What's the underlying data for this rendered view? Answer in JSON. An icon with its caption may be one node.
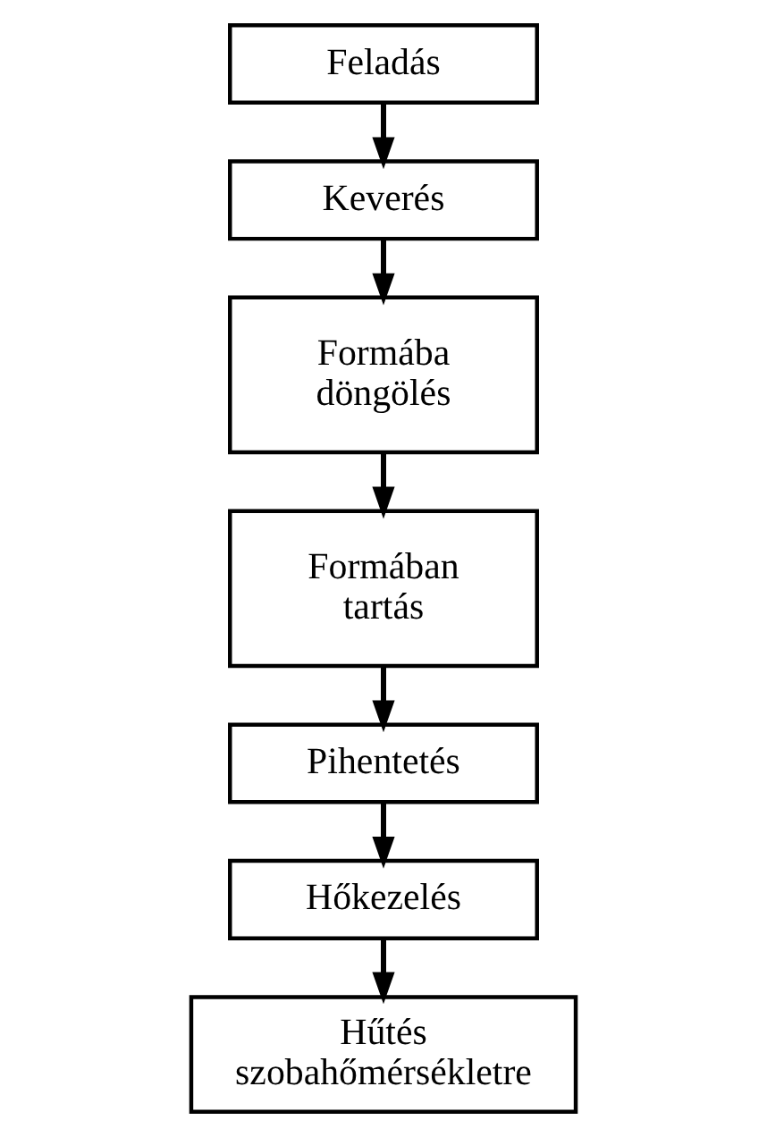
{
  "diagram": {
    "nodes": [
      {
        "text": [
          "Feladás"
        ]
      },
      {
        "text": [
          "Keverés"
        ]
      },
      {
        "text": [
          "Formába döngölés"
        ]
      },
      {
        "text": [
          "Formában tartás"
        ]
      },
      {
        "text": [
          "Pihentetés"
        ]
      },
      {
        "text": [
          "Hőkezelés"
        ]
      },
      {
        "text": [
          "Hűtés szobahőmérsékletre"
        ]
      }
    ],
    "edges": [
      {
        "from": 0,
        "to": 1,
        "arrow": "to"
      },
      {
        "from": 1,
        "to": 2,
        "arrow": "to"
      },
      {
        "from": 2,
        "to": 3,
        "arrow": "to"
      },
      {
        "from": 3,
        "to": 4,
        "arrow": "to"
      },
      {
        "from": 4,
        "to": 5,
        "arrow": "to"
      },
      {
        "from": 5,
        "to": 6,
        "arrow": "to"
      }
    ]
  }
}
